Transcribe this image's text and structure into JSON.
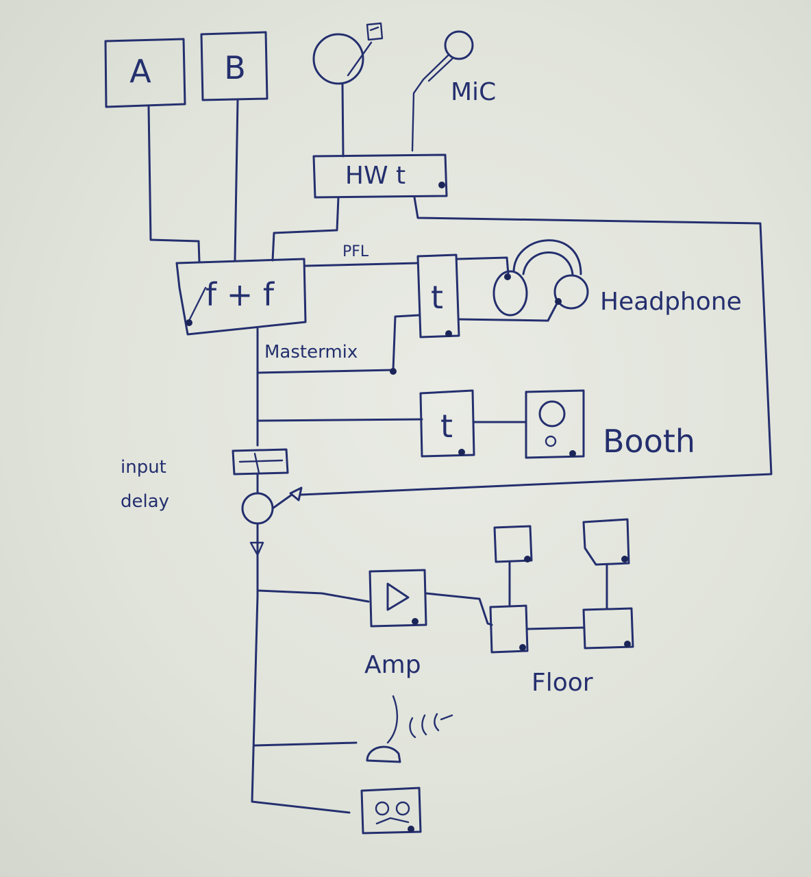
{
  "labels": {
    "source_a": "A",
    "source_b": "B",
    "mic": "MiC",
    "hw_box": "HW t",
    "mixer": "f + f",
    "pfl": "PFL",
    "headphone_switch": "t",
    "headphone": "Headphone",
    "mastermix": "Mastermix",
    "booth_switch": "t",
    "booth": "Booth",
    "input_delay_line1": "input",
    "input_delay_line2": "delay",
    "amp": "Amp",
    "floor": "Floor"
  },
  "colors": {
    "ink": "#242f6e",
    "paper": "#e6e8e1"
  }
}
